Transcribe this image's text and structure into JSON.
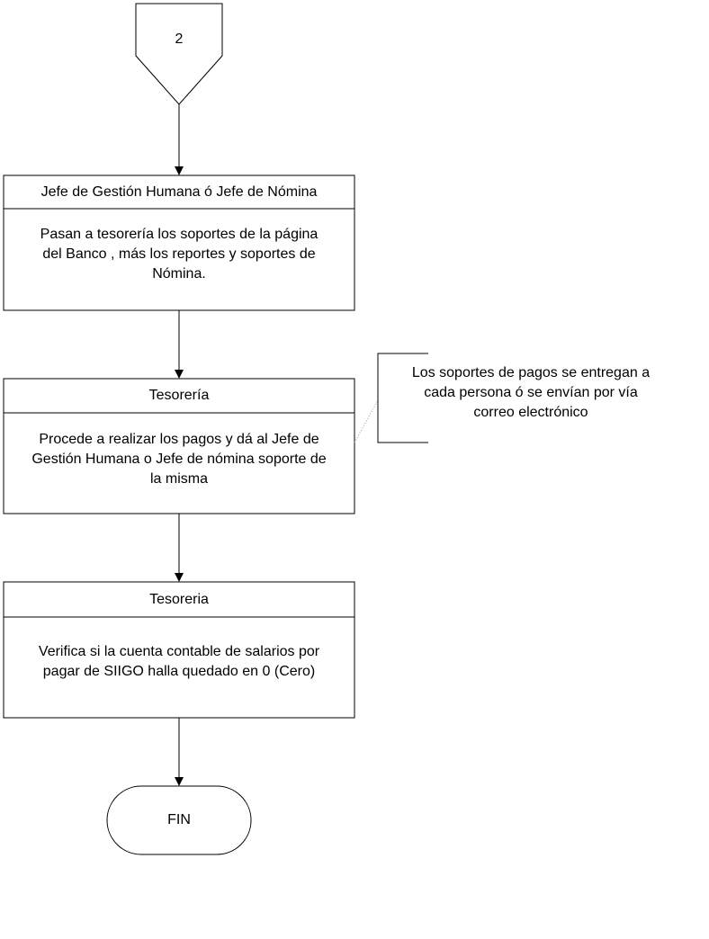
{
  "offpage_connector": {
    "label": "2"
  },
  "steps": [
    {
      "header": "Jefe de Gestión Humana ó Jefe de Nómina",
      "body_lines": [
        "Pasan a tesorería los soportes de la página",
        "del Banco , más los reportes  y soportes de",
        "Nómina."
      ]
    },
    {
      "header": "Tesorería",
      "body_lines": [
        "Procede a realizar los pagos y dá al Jefe de",
        "Gestión Humana o Jefe de nómina soporte de",
        "la misma"
      ]
    },
    {
      "header": "Tesoreria",
      "body_lines": [
        "Verifica si la cuenta contable de salarios por",
        "pagar de SIIGO halla quedado en 0 (Cero)"
      ]
    }
  ],
  "annotation": {
    "lines": [
      "Los soportes de pagos se entregan a",
      "cada persona ó se envían por vía",
      "correo electrónico"
    ]
  },
  "terminator": {
    "label": "FIN"
  }
}
